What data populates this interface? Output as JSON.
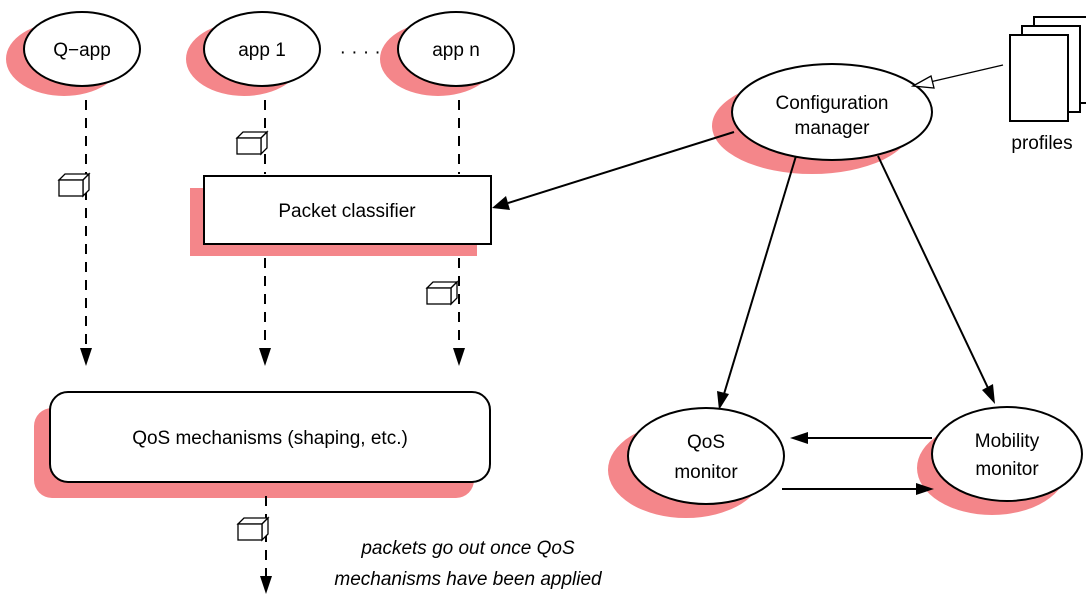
{
  "nodes": {
    "q_app": "Q−app",
    "app_1": "app 1",
    "ellipsis": "· · · · ·",
    "app_n": "app n",
    "config_manager": [
      "Configuration",
      "manager"
    ],
    "profiles": "profiles",
    "packet_classifier": "Packet classifier",
    "qos_mechanisms": "QoS mechanisms (shaping, etc.)",
    "qos_monitor": [
      "QoS",
      "monitor"
    ],
    "mobility_monitor": [
      "Mobility",
      "monitor"
    ]
  },
  "annotation": [
    "packets go out once QoS",
    "mechanisms have been applied"
  ],
  "colors": {
    "shadow": "#f4868a",
    "stroke": "#000000",
    "fill": "#ffffff"
  }
}
